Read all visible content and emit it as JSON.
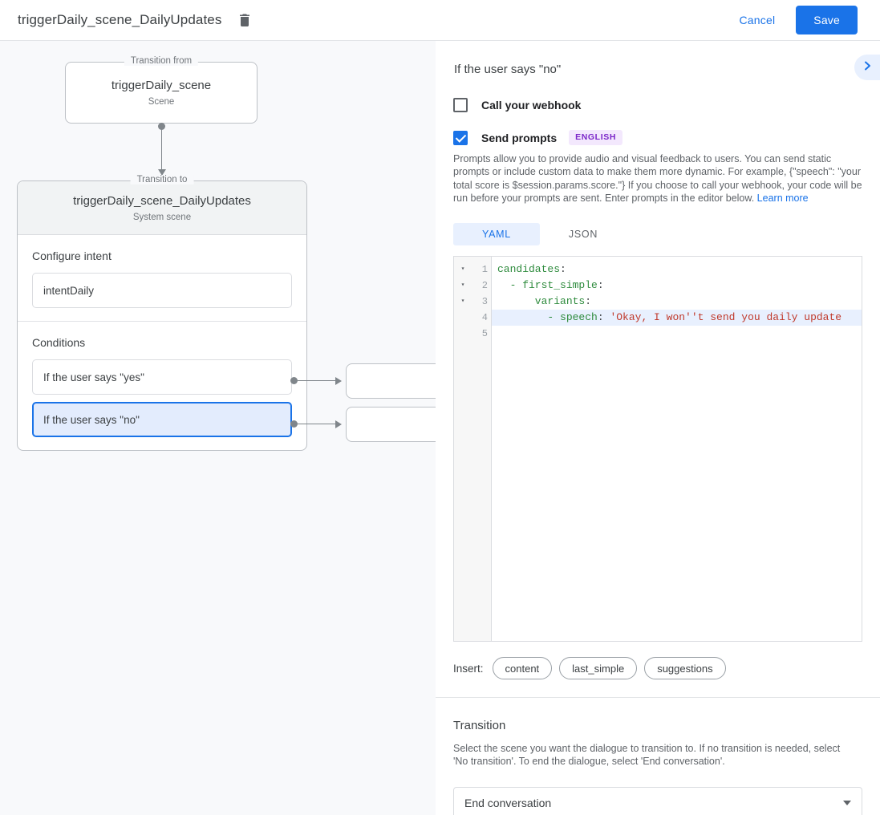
{
  "topbar": {
    "title": "triggerDaily_scene_DailyUpdates",
    "delete_icon": "trash-icon",
    "cancel_label": "Cancel",
    "save_label": "Save"
  },
  "graph": {
    "from_legend": "Transition from",
    "from_node": {
      "title": "triggerDaily_scene",
      "subtitle": "Scene"
    },
    "to_legend": "Transition to",
    "to_node": {
      "title": "triggerDaily_scene_DailyUpdates",
      "subtitle": "System scene"
    },
    "intent_section_label": "Configure intent",
    "intent_value": "intentDaily",
    "conditions_section_label": "Conditions",
    "conditions": [
      {
        "label": "If the user says \"yes\"",
        "selected": false
      },
      {
        "label": "If the user says \"no\"",
        "selected": true
      }
    ]
  },
  "panel": {
    "title": "If the user says \"no\"",
    "expand_icon": "chevron-right-icon",
    "webhook": {
      "label": "Call your webhook",
      "checked": false
    },
    "prompts": {
      "label": "Send prompts",
      "checked": true,
      "language_badge": "ENGLISH",
      "helper_text": "Prompts allow you to provide audio and visual feedback to users. You can send static prompts or include custom data to make them more dynamic. For example, {\"speech\": \"your total score is $session.params.score.\"} If you choose to call your webhook, your code will be run before your prompts are sent. Enter prompts in the editor below. ",
      "learn_more": "Learn more"
    },
    "tabs": [
      {
        "label": "YAML",
        "active": true
      },
      {
        "label": "JSON",
        "active": false
      }
    ],
    "editor": {
      "lines": [
        {
          "n": "1",
          "fold": "▾",
          "highlight": false,
          "key": "candidates",
          "punct": ":",
          "str": ""
        },
        {
          "n": "2",
          "fold": "▾",
          "highlight": false,
          "key": "  - first_simple",
          "punct": ":",
          "str": ""
        },
        {
          "n": "3",
          "fold": "▾",
          "highlight": false,
          "key": "      variants",
          "punct": ":",
          "str": ""
        },
        {
          "n": "4",
          "fold": "",
          "highlight": true,
          "key": "        - speech",
          "punct": ": ",
          "str": "'Okay, I won''t send you daily update"
        },
        {
          "n": "5",
          "fold": "",
          "highlight": false,
          "key": "",
          "punct": "",
          "str": ""
        }
      ]
    },
    "insert": {
      "label": "Insert:",
      "chips": [
        "content",
        "last_simple",
        "suggestions"
      ]
    },
    "transition": {
      "title": "Transition",
      "description": "Select the scene you want the dialogue to transition to. If no transition is needed, select 'No transition'. To end the dialogue, select 'End conversation'.",
      "selected_value": "End conversation",
      "caret_icon": "caret-down-icon"
    }
  },
  "colors": {
    "accent": "#1a73e8",
    "canvas_bg": "#f8f9fb",
    "badge_fg": "#7b26c9",
    "badge_bg": "#f3e8fd",
    "code_key": "#2e8b3d",
    "code_string": "#c0392b"
  }
}
